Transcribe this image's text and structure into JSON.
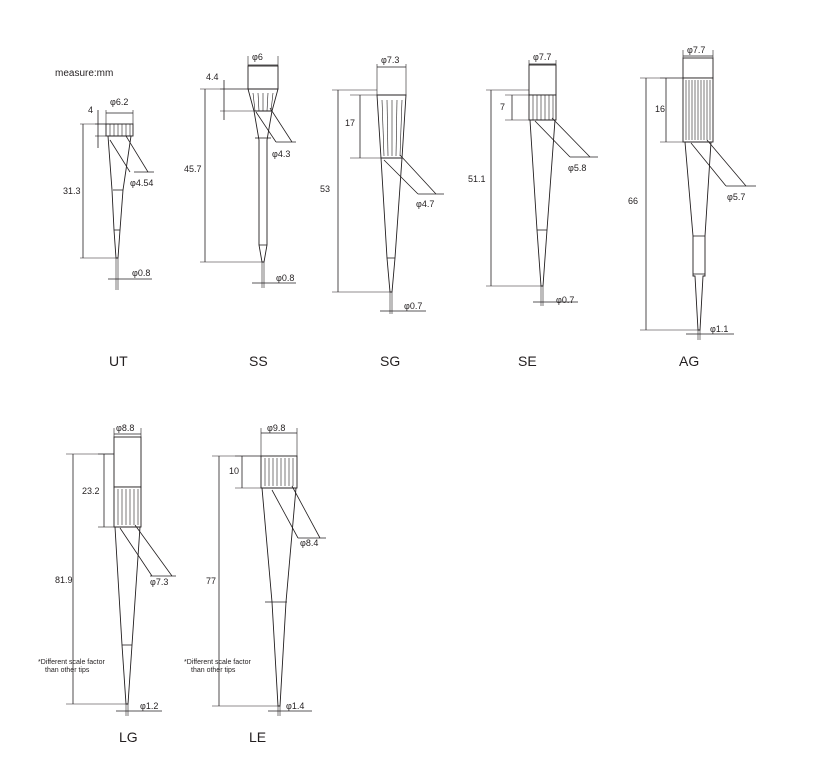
{
  "diagram": {
    "unit_note": "measure:mm",
    "tips": [
      {
        "name": "UT",
        "top_diameter": "φ6.2",
        "collar_height": "4",
        "length": "31.3",
        "mid_diameter": "φ4.54",
        "end_diameter": "φ0.8"
      },
      {
        "name": "SS",
        "top_diameter": "φ6",
        "collar_height": "4.4",
        "length": "45.7",
        "mid_diameter": "φ4.3",
        "end_diameter": "φ0.8"
      },
      {
        "name": "SG",
        "top_diameter": "φ7.3",
        "collar_height": "17",
        "length": "53",
        "mid_diameter": "φ4.7",
        "end_diameter": "φ0.7"
      },
      {
        "name": "SE",
        "top_diameter": "φ7.7",
        "collar_height": "7",
        "length": "51.1",
        "mid_diameter": "φ5.8",
        "end_diameter": "φ0.7"
      },
      {
        "name": "AG",
        "top_diameter": "φ7.7",
        "collar_height": "16",
        "length": "66",
        "mid_diameter": "φ5.7",
        "end_diameter": "φ1.1"
      },
      {
        "name": "LG",
        "top_diameter": "φ8.8",
        "collar_height": "23.2",
        "length": "81.9",
        "mid_diameter": "φ7.3",
        "end_diameter": "φ1.2",
        "note_line1": "*Different scale factor",
        "note_line2": "than other tips"
      },
      {
        "name": "LE",
        "top_diameter": "φ9.8",
        "collar_height": "10",
        "length": "77",
        "mid_diameter": "φ8.4",
        "end_diameter": "φ1.4",
        "note_line1": "*Different scale factor",
        "note_line2": "than other tips"
      }
    ]
  }
}
